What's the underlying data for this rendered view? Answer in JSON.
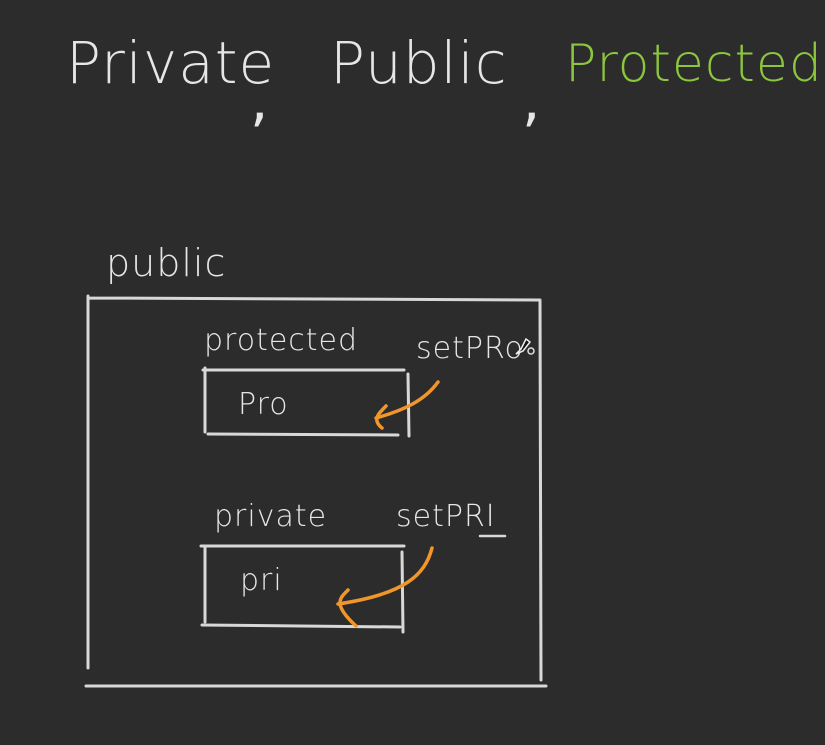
{
  "heading": {
    "word1": "Private",
    "word2": "Public",
    "word3": "Protected",
    "separator": ","
  },
  "diagram": {
    "outer_label": "public",
    "protected_box": {
      "label": "protected",
      "content": "Pro",
      "setter": "setPRo"
    },
    "private_box": {
      "label": "private",
      "content": "pri",
      "setter": "setPRI"
    }
  },
  "colors": {
    "background": "#2c2c2c",
    "ink": "#e6e6e6",
    "accent_green": "#8cc63f",
    "arrow_orange": "#f0962a"
  },
  "icons": {
    "cursor": "pen-tool-icon"
  }
}
